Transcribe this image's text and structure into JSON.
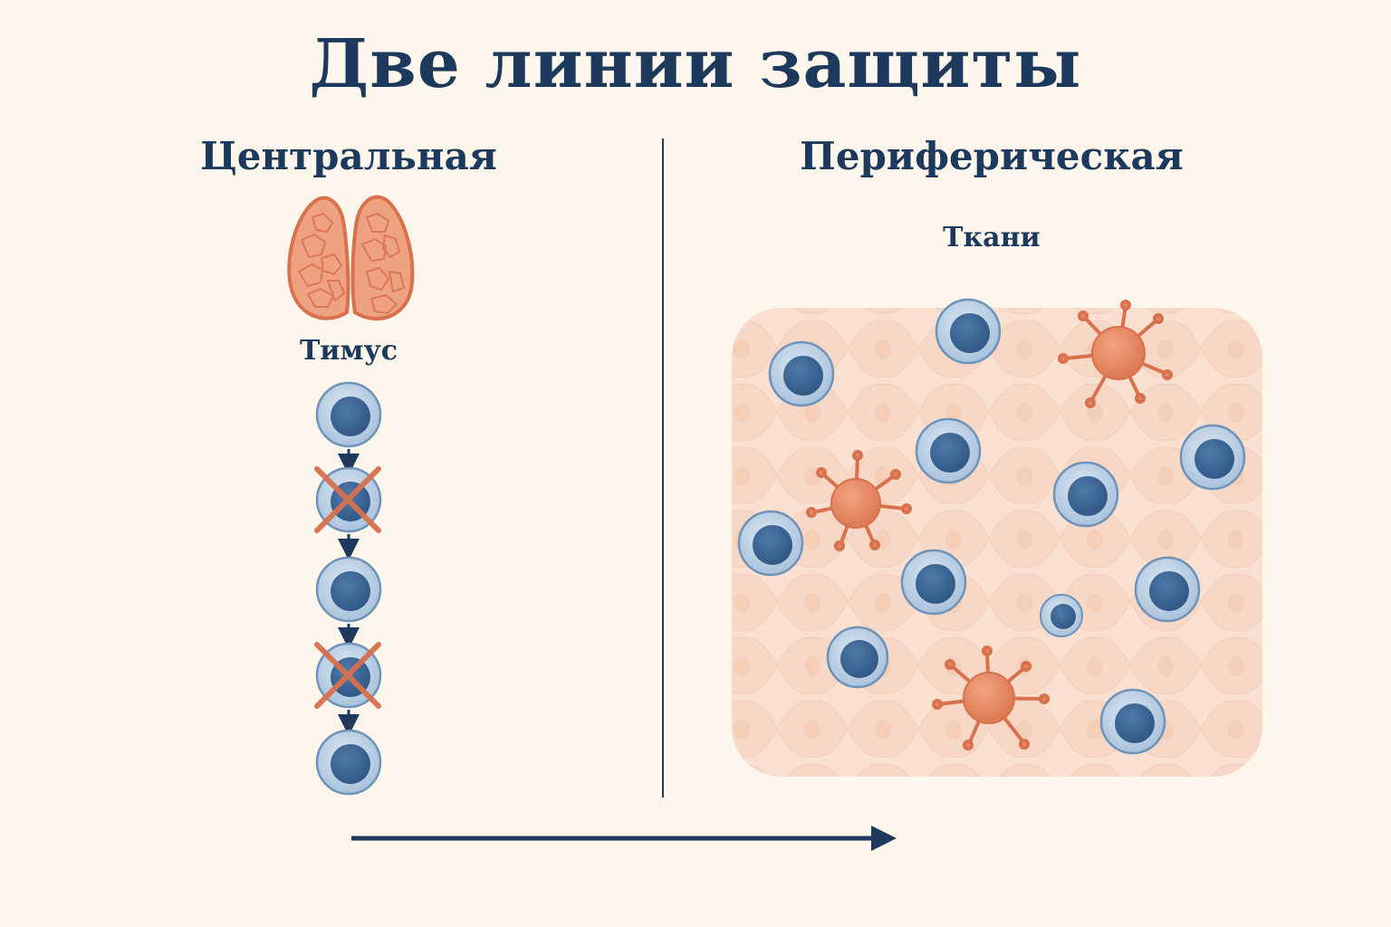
{
  "title": "Две линии защиты",
  "central": {
    "heading": "Центральная",
    "organ_label": "Тимус",
    "cells": [
      {
        "state": "passed"
      },
      {
        "state": "eliminated"
      },
      {
        "state": "passed"
      },
      {
        "state": "eliminated"
      },
      {
        "state": "passed"
      }
    ]
  },
  "peripheral": {
    "heading": "Периферическая",
    "tissue_label": "Ткани"
  },
  "colors": {
    "navy": "#1d3a5c",
    "cell_blue": "#3e6794",
    "cell_ring": "#b9cfe3",
    "thymus": "#e8906a",
    "dendritic": "#e58a63",
    "tissue": "#f8dccb",
    "cross": "#d7714d",
    "background": "#fcf6ec"
  }
}
